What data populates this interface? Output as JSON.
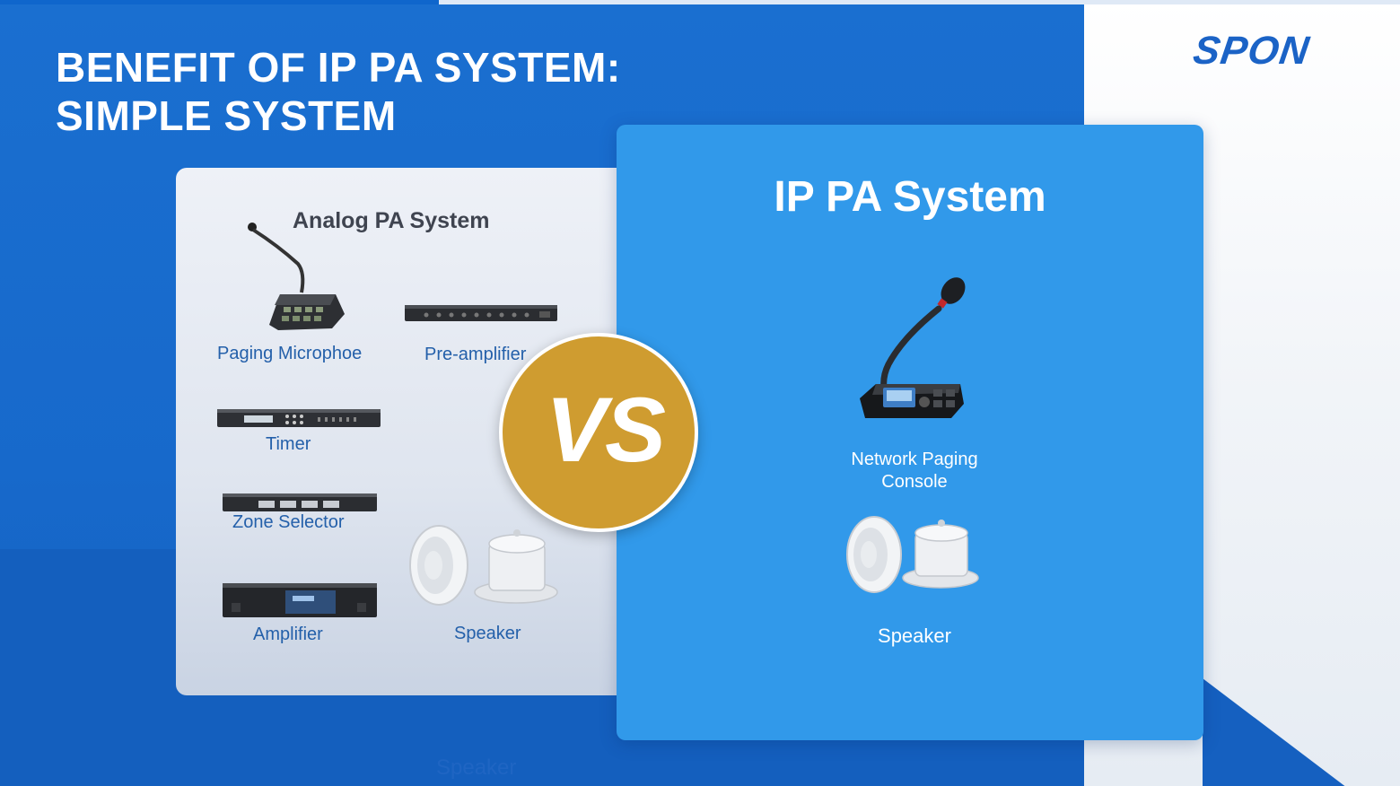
{
  "slide": {
    "title_line1": "BENEFIT OF IP PA SYSTEM:",
    "title_line2": "SIMPLE SYSTEM",
    "logo_text": "SPON"
  },
  "analog": {
    "title": "Analog PA System",
    "items": {
      "paging_microphone": "Paging Microphoe",
      "pre_amplifier": "Pre-amplifier",
      "timer": "Timer",
      "zone_selector": "Zone Selector",
      "amplifier": "Amplifier",
      "speaker": "Speaker"
    }
  },
  "ip": {
    "title": "IP PA System",
    "console_line1": "Network Paging",
    "console_line2": "Console",
    "speaker": "Speaker"
  },
  "vs": {
    "text": "VS"
  },
  "ghost_text": "Speaker",
  "colors": {
    "background_blue": "#1a6fd0",
    "ip_panel": "#3199ea",
    "vs_gold": "#cf9c30",
    "logo_blue": "#1b63c6",
    "label_blue": "#2460aa"
  }
}
